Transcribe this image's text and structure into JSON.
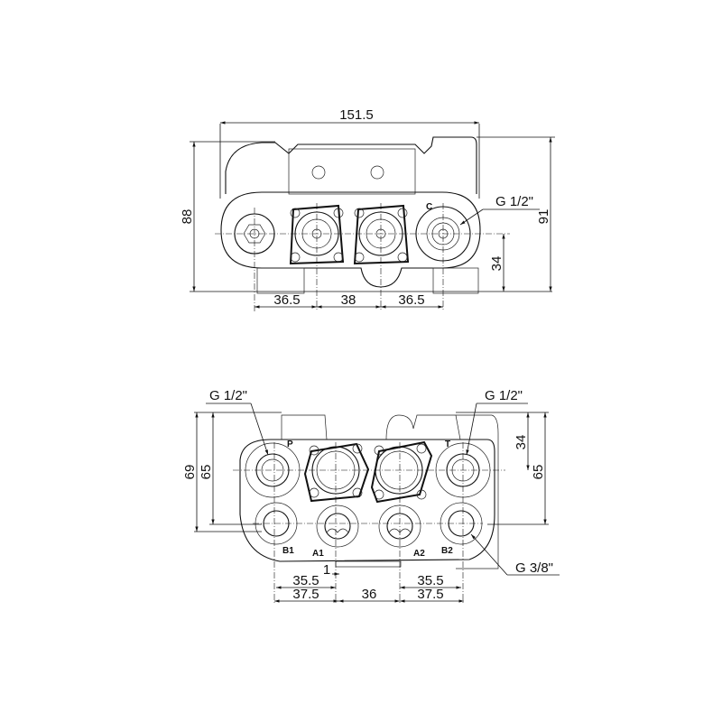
{
  "top_view": {
    "dims": {
      "overall_width": "151.5",
      "height_left": "88",
      "height_right": "91",
      "port_height": "34",
      "spacing_left": "36.5",
      "spacing_mid": "38",
      "spacing_right": "36.5"
    },
    "port_label_c": "C",
    "thread_label": "G 1/2\""
  },
  "front_view": {
    "dims": {
      "height_69": "69",
      "height_65_left": "65",
      "height_34": "34",
      "height_65_right": "65",
      "offset_1": "1",
      "left_35_5": "35.5",
      "left_37_5": "37.5",
      "mid_36": "36",
      "right_35_5": "35.5",
      "right_37_5": "37.5"
    },
    "port_labels": {
      "p": "P",
      "t": "T",
      "b1": "B1",
      "a1": "A1",
      "a2": "A2",
      "b2": "B2"
    },
    "thread_left": "G 1/2\"",
    "thread_right": "G 1/2\"",
    "thread_bottom": "G 3/8\""
  }
}
